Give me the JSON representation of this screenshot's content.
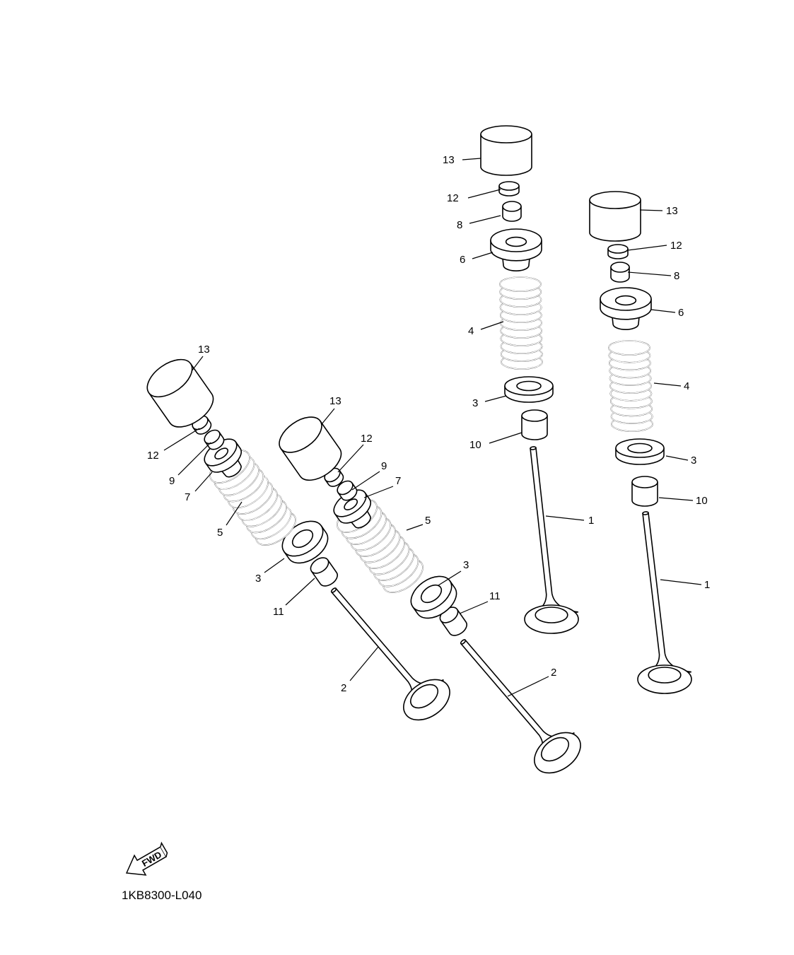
{
  "diagram_code": "1KB8300-L040",
  "fwd_label": "FWD",
  "callouts": {
    "a": [
      "13",
      "12",
      "8",
      "6",
      "4",
      "3",
      "10",
      "1"
    ],
    "b": [
      "13",
      "12",
      "8",
      "6",
      "4",
      "3",
      "10",
      "1"
    ],
    "c": [
      "13",
      "12",
      "9",
      "7",
      "5",
      "3",
      "11",
      "2"
    ],
    "d": [
      "13",
      "12",
      "9",
      "7",
      "5",
      "3",
      "11",
      "2"
    ]
  },
  "colors": {
    "line": "#000000",
    "background": "#ffffff"
  }
}
